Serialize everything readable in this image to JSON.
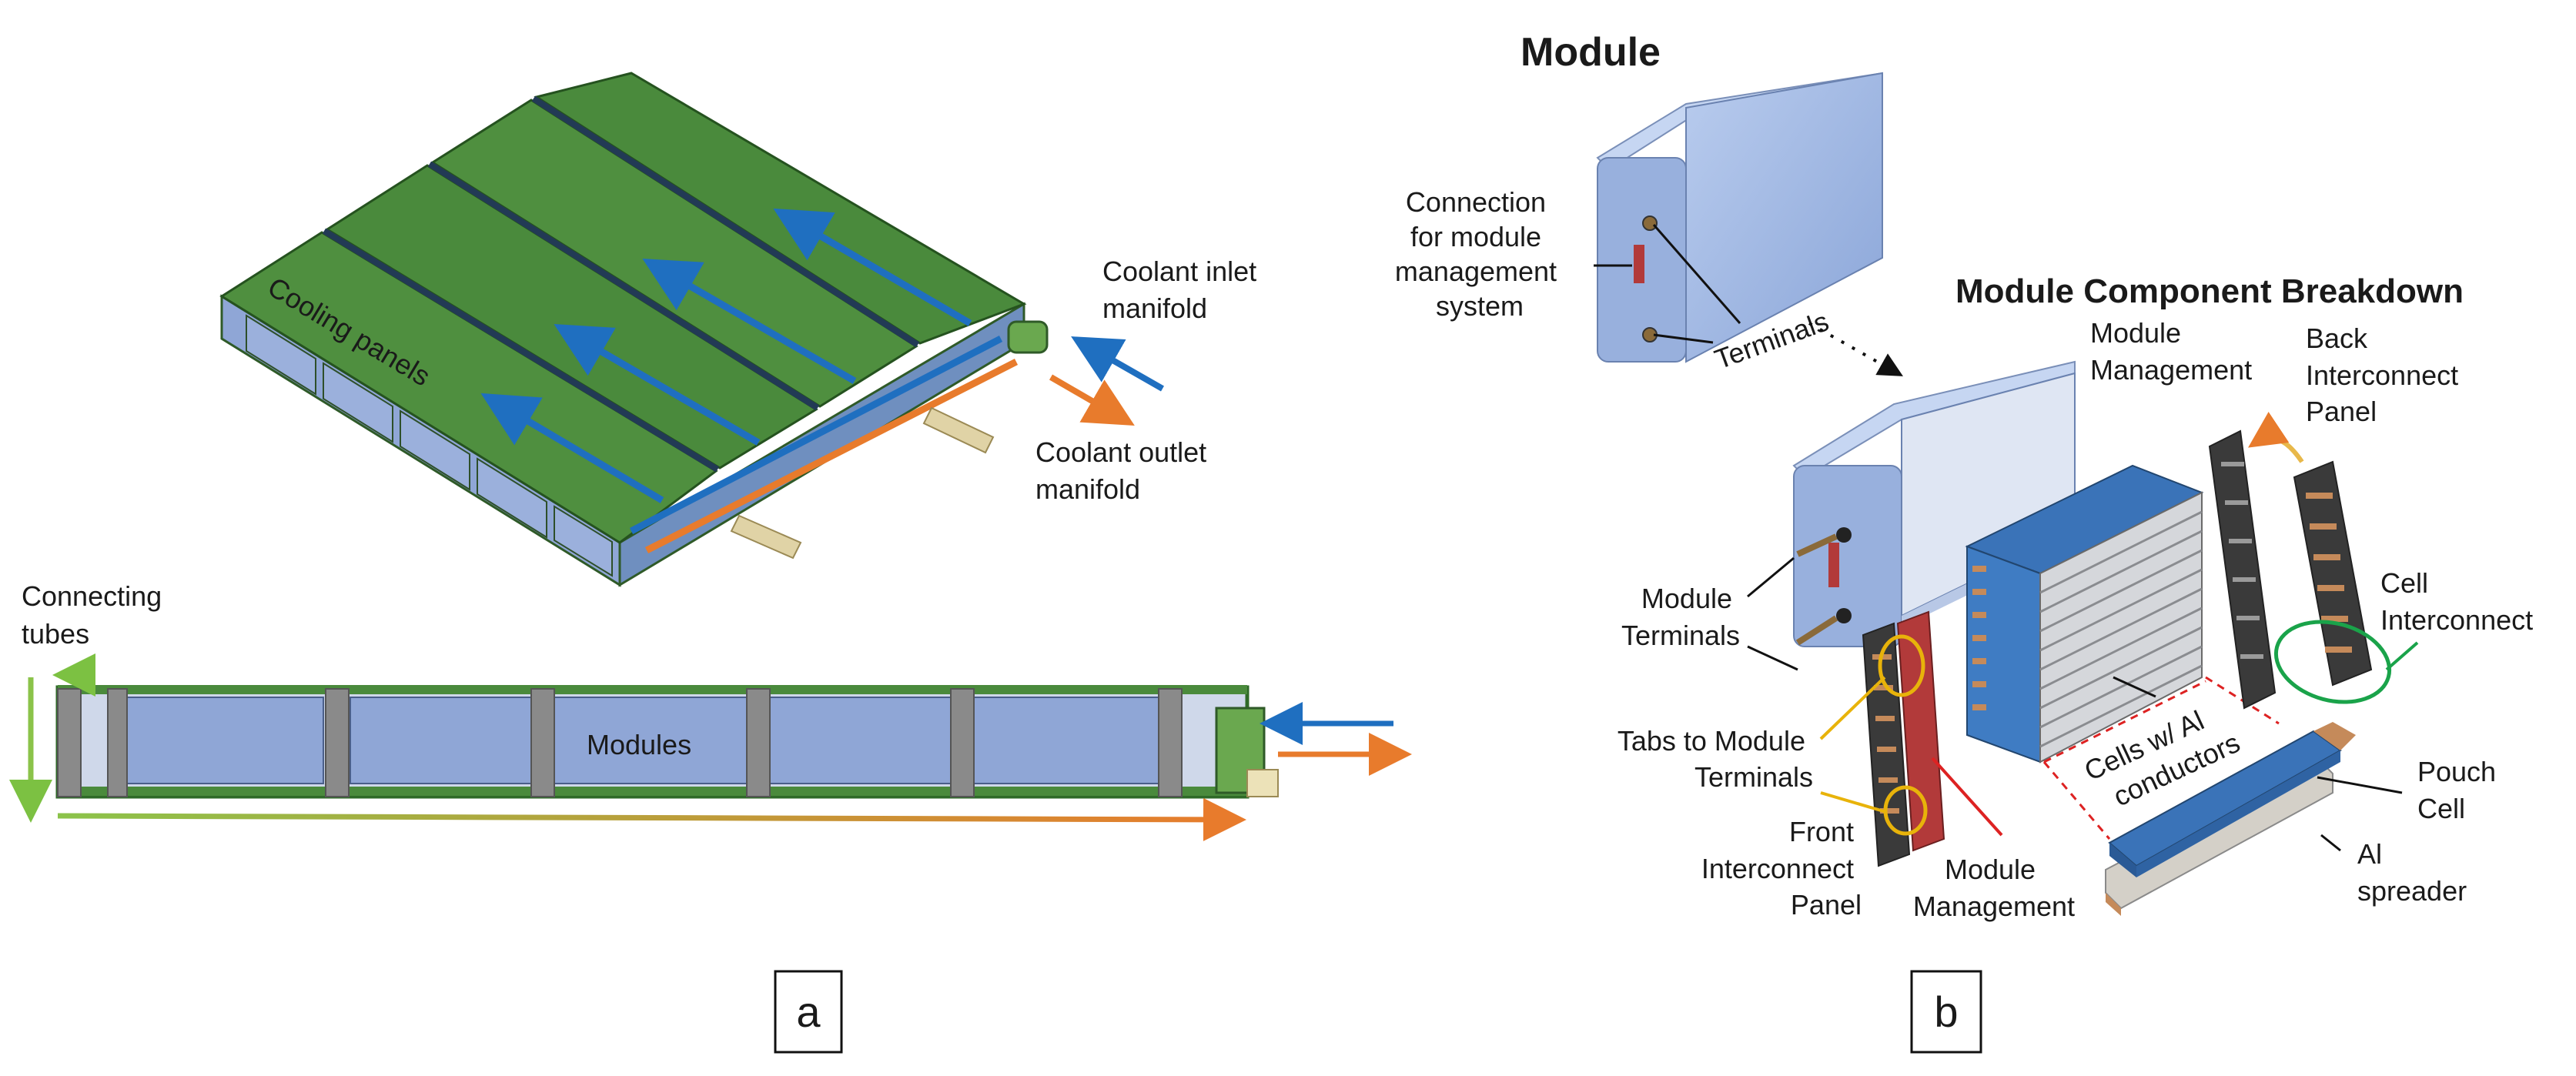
{
  "panel_a": {
    "label": "a",
    "top_view": {
      "cooling_panels": "Cooling panels",
      "coolant_inlet": [
        "Coolant inlet",
        "manifold"
      ],
      "coolant_outlet": [
        "Coolant outlet",
        "manifold"
      ]
    },
    "side_view": {
      "connecting_tubes": [
        "Connecting",
        "tubes"
      ],
      "modules": "Modules"
    }
  },
  "panel_b": {
    "label": "b",
    "module_title": "Module",
    "breakdown_title": "Module Component Breakdown",
    "connection": [
      "Connection",
      "for module",
      "management",
      "system"
    ],
    "terminals": "Terminals",
    "module_management_top": [
      "Module",
      "Management"
    ],
    "back_interconnect": [
      "Back",
      "Interconnect",
      "Panel"
    ],
    "cell_interconnect": [
      "Cell",
      "Interconnect"
    ],
    "module_terminals": [
      "Module",
      "Terminals"
    ],
    "tabs_to_terminals": [
      "Tabs to Module",
      "Terminals"
    ],
    "cells_label": [
      "Cells w/ Al",
      "conductors"
    ],
    "front_interconnect": [
      "Front",
      "Interconnect",
      "Panel"
    ],
    "module_management_bottom": [
      "Module",
      "Management"
    ],
    "pouch_cell": [
      "Pouch",
      "Cell"
    ],
    "al_spreader": [
      "Al",
      "spreader"
    ]
  },
  "colors": {
    "panel_green": "#4a8a3c",
    "panel_green_dark": "#2f6a28",
    "module_blue": "#8fa6d6",
    "coolant_blue": "#1f6fc0",
    "coolant_orange": "#e87b2c",
    "frame_gray": "#7b7b7b",
    "box_blue": "#a9bfe6",
    "cell_blue": "#3a73b8"
  }
}
